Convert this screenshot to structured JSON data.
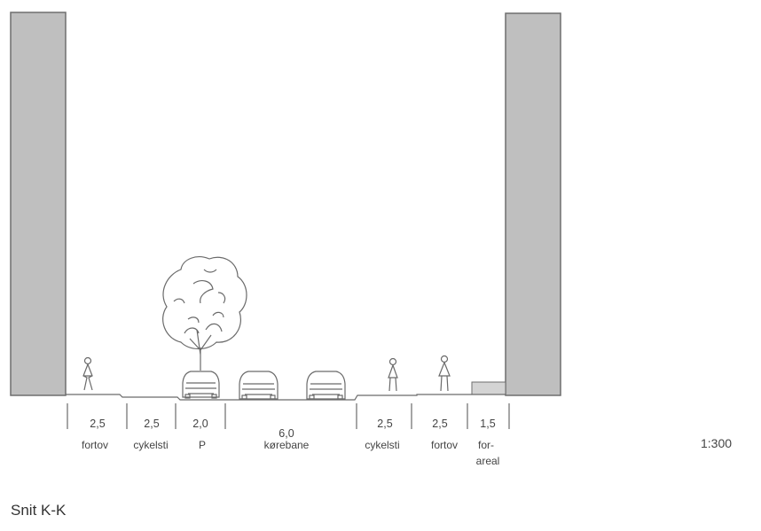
{
  "section_title": "Snit K-K",
  "scale": "1:300",
  "segments": [
    {
      "width": "2,5",
      "lines": [
        "fortov"
      ]
    },
    {
      "width": "2,5",
      "lines": [
        "cykelsti"
      ]
    },
    {
      "width": "2,0",
      "lines": [
        "P"
      ]
    },
    {
      "width": "6,0",
      "lines": [
        "kørebane"
      ]
    },
    {
      "width": "2,5",
      "lines": [
        "cykelsti"
      ]
    },
    {
      "width": "2,5",
      "lines": [
        "fortov"
      ]
    },
    {
      "width": "1,5",
      "lines": [
        "for-",
        "areal"
      ]
    }
  ],
  "colors": {
    "building_fill": "#bfbfbf",
    "building_stroke": "#6e6e6e",
    "line": "#6a6a6a"
  },
  "icons": [
    "pedestrian-icon",
    "cyclist-icon",
    "tree-icon",
    "car-icon",
    "building-icon"
  ]
}
